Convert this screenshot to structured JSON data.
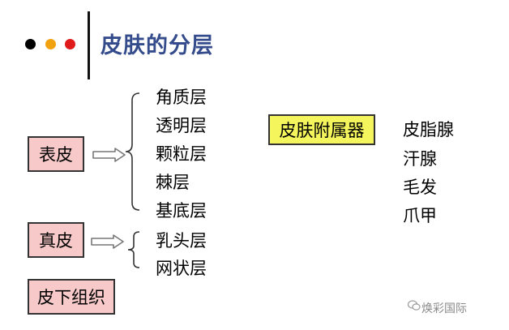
{
  "title": "皮肤的分层",
  "dots": [
    {
      "name": "black-dot",
      "color": "#000000"
    },
    {
      "name": "orange-dot",
      "color": "#f2a20f"
    },
    {
      "name": "red-dot",
      "color": "#e01b1b"
    }
  ],
  "layers": {
    "epidermis": {
      "label": "表皮",
      "sublayers": [
        "角质层",
        "透明层",
        "颗粒层",
        "棘层",
        "基底层"
      ]
    },
    "dermis": {
      "label": "真皮",
      "sublayers": [
        "乳头层",
        "网状层"
      ]
    },
    "subcutaneous": {
      "label": "皮下组织"
    }
  },
  "appendages": {
    "label": "皮肤附属器",
    "items": [
      "皮脂腺",
      "汗腺",
      "毛发",
      "爪甲"
    ]
  },
  "colors": {
    "title": "#344c8c",
    "box_pink": "#f7c9c9",
    "box_yellow": "#f4f45c"
  },
  "watermark": {
    "icon": "wechat-icon",
    "text": "焕彩国际"
  }
}
